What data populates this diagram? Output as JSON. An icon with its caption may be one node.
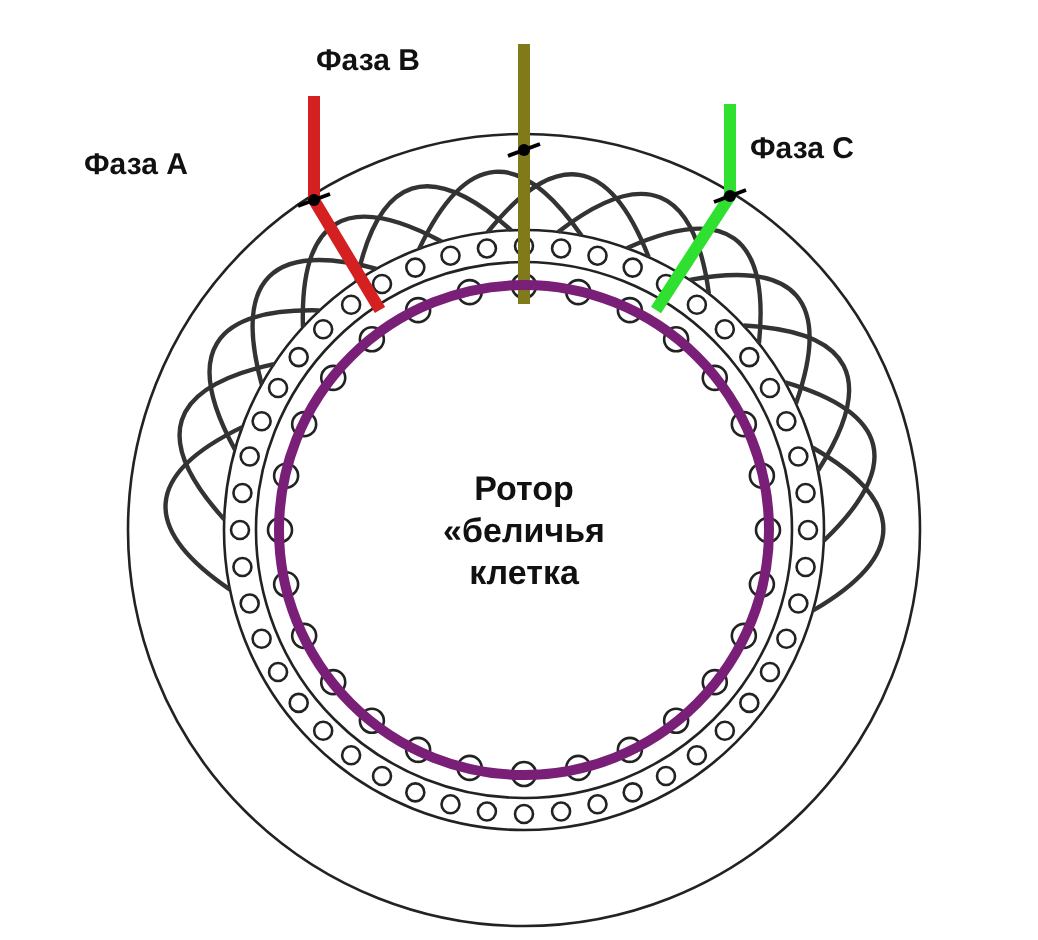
{
  "diagram": {
    "nodes": [
      {
        "text": [
          "Ротор «беличья клетка"
        ]
      }
    ],
    "labels": [
      "Фаза А",
      "Фаза В",
      "Фаза С"
    ]
  }
}
